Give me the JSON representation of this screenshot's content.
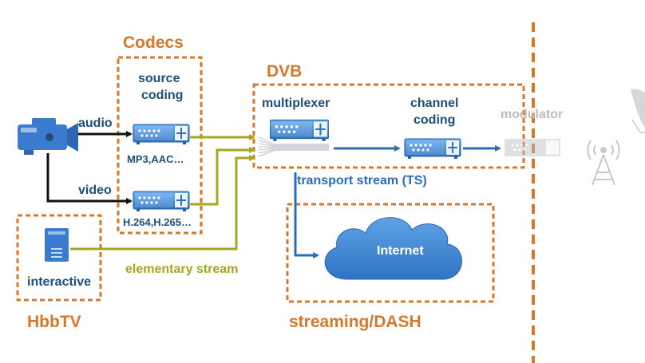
{
  "groups": {
    "codecs": "Codecs",
    "dvb": "DVB",
    "hbbtv": "HbbTV",
    "streaming": "streaming/DASH"
  },
  "blocks": {
    "source_coding": [
      "source",
      "coding"
    ],
    "multiplexer": "multiplexer",
    "channel_coding": [
      "channel",
      "coding"
    ],
    "modulator": "modulator",
    "internet": "Internet",
    "interactive": "interactive"
  },
  "signals": {
    "audio": "audio",
    "video": "video",
    "audio_codecs": "MP3,AAC…",
    "video_codecs": "H.264,H.265…",
    "transport_stream": "transport stream (TS)",
    "elementary_stream": "elementary stream"
  },
  "icons": [
    "video-camera-icon",
    "encoder-device-icon",
    "multiplexer-device-icon",
    "modulator-device-icon",
    "server-icon",
    "cloud-icon",
    "transmitter-tower-icon",
    "satellite-dish-icon"
  ],
  "colors": {
    "orange": "#d4782c",
    "navy": "#1f4e79",
    "olive": "#a3a81e",
    "blue": "#2a6db5",
    "device": "#4a90d9",
    "gray": "#b9bcc0"
  }
}
